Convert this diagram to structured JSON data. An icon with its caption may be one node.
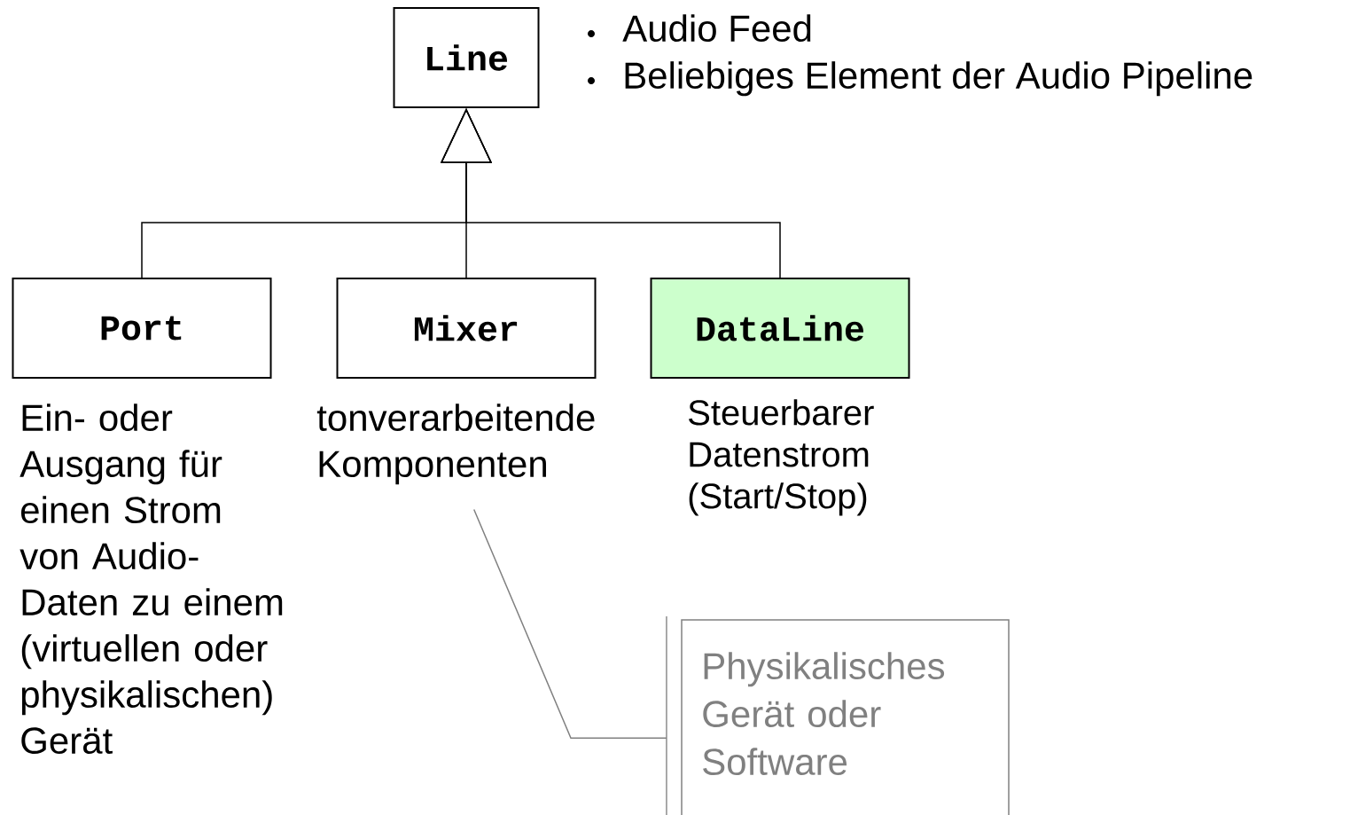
{
  "diagram": {
    "nodes": [
      {
        "text": [
          "Line"
        ],
        "beside": [
          "Audio Feed",
          "Beliebiges Element der Audio Pipeline"
        ]
      },
      {
        "text": [
          "Port"
        ],
        "beside": [
          "Ein- oder Ausgang für einen Strom von Audio- Daten zu einem (virtuellen oder physikalischen) Gerät"
        ]
      },
      {
        "text": [
          "Mixer"
        ]
      },
      {
        "text": [
          "tonverarbeitende Komponenten"
        ]
      },
      {
        "text": [
          "DataLine"
        ],
        "beside": [
          "Steuerbarer Datenstrom (Start/Stop)"
        ]
      },
      {
        "text": [
          "Physikalisches Gerät oder Software"
        ]
      }
    ],
    "edges": [
      {
        "from": 1,
        "to": 0,
        "arrow": "to"
      },
      {
        "from": 2,
        "to": 0,
        "arrow": "to"
      },
      {
        "from": 4,
        "to": 0,
        "arrow": "to"
      },
      {
        "from": 5,
        "to": 3,
        "arrow": "none",
        "color": "#808080"
      }
    ]
  }
}
